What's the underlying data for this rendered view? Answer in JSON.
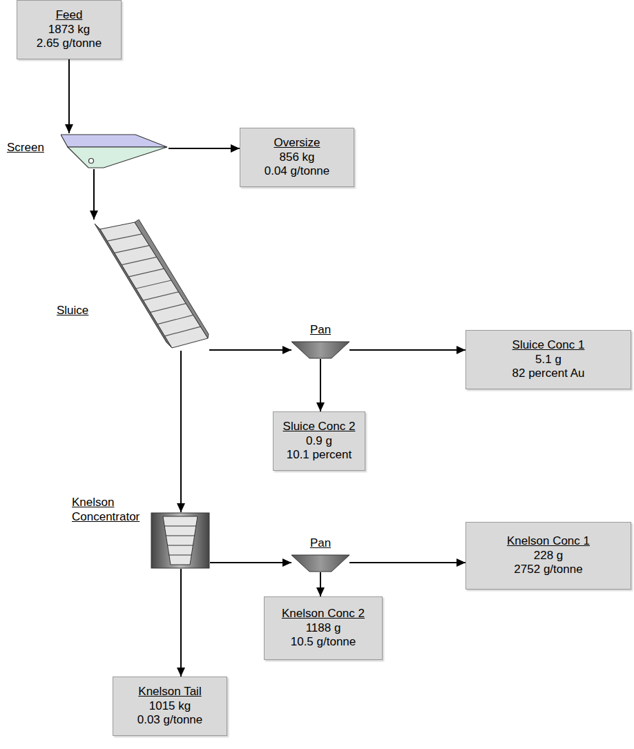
{
  "diagram": {
    "nodes": [
      {
        "text": [
          "Feed",
          "1873 kg",
          "2.65 g/tonne"
        ]
      },
      {
        "text": [
          "Screen"
        ]
      },
      {
        "text": [
          "Oversize",
          "856 kg",
          "0.04 g/tonne"
        ]
      },
      {
        "text": [
          "Sluice"
        ]
      },
      {
        "text": [
          "Pan"
        ]
      },
      {
        "text": [
          "Sluice Conc 1",
          "5.1 g",
          "82 percent Au"
        ]
      },
      {
        "text": [
          "Sluice Conc 2",
          "0.9 g",
          "10.1 percent"
        ]
      },
      {
        "text": [
          "Knelson Concentrator"
        ]
      },
      {
        "text": [
          "Pan"
        ]
      },
      {
        "text": [
          "Knelson Conc 1",
          "228 g",
          "2752 g/tonne"
        ]
      },
      {
        "text": [
          "Knelson Conc 2",
          "1188 g",
          "10.5 g/tonne"
        ]
      },
      {
        "text": [
          "Knelson Tail",
          "1015 kg",
          "0.03 g/tonne"
        ]
      }
    ],
    "edges": [
      {
        "from": 0,
        "to": 1,
        "arrow": "to"
      },
      {
        "from": 1,
        "to": 2,
        "arrow": "to"
      },
      {
        "from": 1,
        "to": 3,
        "arrow": "to"
      },
      {
        "from": 3,
        "to": 4,
        "arrow": "to"
      },
      {
        "from": 4,
        "to": 5,
        "arrow": "to"
      },
      {
        "from": 4,
        "to": 6,
        "arrow": "to"
      },
      {
        "from": 3,
        "to": 7,
        "arrow": "to"
      },
      {
        "from": 7,
        "to": 8,
        "arrow": "to"
      },
      {
        "from": 8,
        "to": 9,
        "arrow": "to"
      },
      {
        "from": 8,
        "to": 10,
        "arrow": "to"
      },
      {
        "from": 7,
        "to": 11,
        "arrow": "to"
      }
    ]
  }
}
